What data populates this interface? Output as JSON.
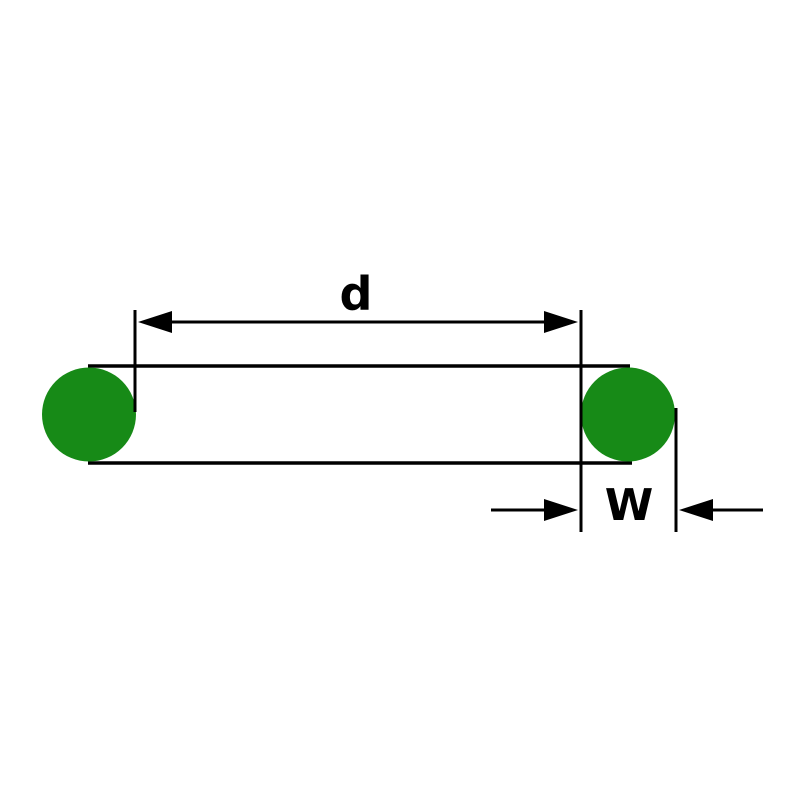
{
  "diagram": {
    "type": "technical-dimension-diagram",
    "subject": "o-ring-cross-section",
    "labels": {
      "inner_diameter": "d",
      "cross_section_width": "W"
    },
    "colors": {
      "ring_fill": "#178a17",
      "line": "#000000",
      "background": "#ffffff"
    }
  }
}
